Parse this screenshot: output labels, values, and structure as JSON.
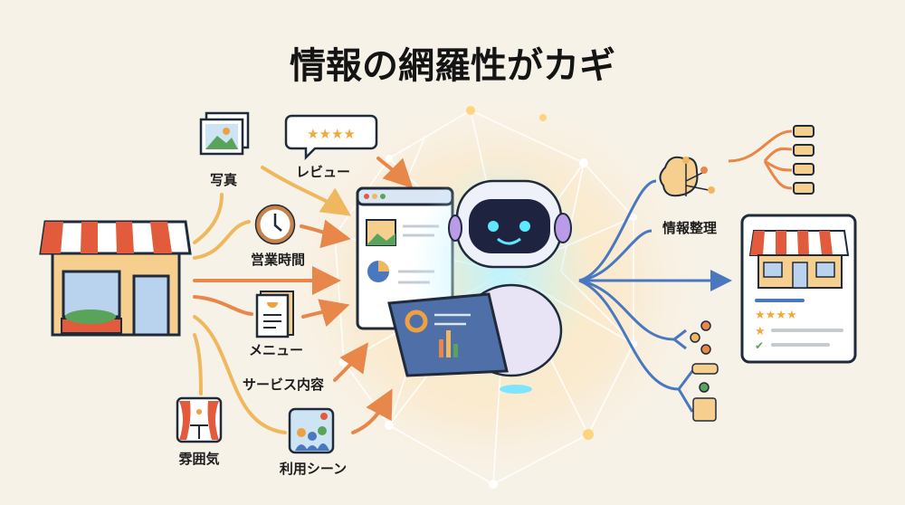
{
  "title": "情報の網羅性がカギ",
  "inputs": {
    "photo": "写真",
    "review": "レビュー",
    "hours": "営業時間",
    "menu": "メニュー",
    "service": "サービス内容",
    "atmosphere": "雰囲気",
    "usage_scene": "利用シーン"
  },
  "output": {
    "organize": "情報整理"
  },
  "colors": {
    "orange": "#e8874a",
    "light_orange": "#f0b85e",
    "blue": "#4a78c0",
    "ink": "#1f2a3a"
  }
}
